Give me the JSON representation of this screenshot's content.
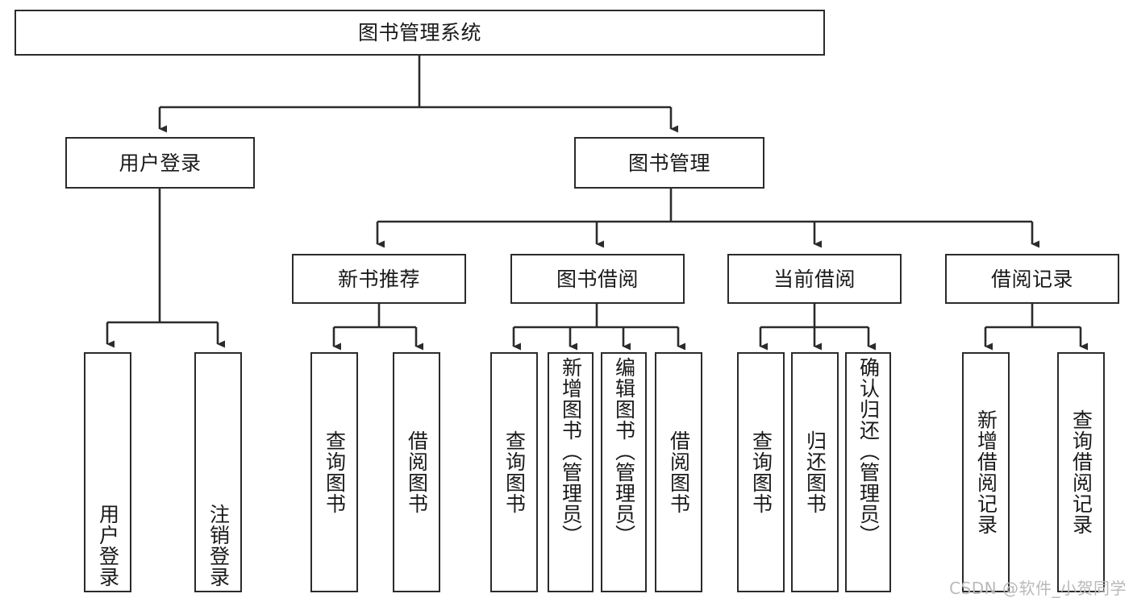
{
  "diagram": {
    "type": "tree-hierarchy",
    "title": "图书管理系统",
    "watermark": "CSDN @软件_小贺同学",
    "colors": {
      "stroke": "#2b2b2b",
      "fill": "#ffffff",
      "text": "#1a1a1a",
      "watermark": "#b9b9b9"
    },
    "nodes": {
      "root": {
        "label": "图书管理系统"
      },
      "level2": [
        {
          "label": "用户登录"
        },
        {
          "label": "图书管理"
        }
      ],
      "level3": [
        {
          "label": "新书推荐"
        },
        {
          "label": "图书借阅"
        },
        {
          "label": "当前借阅"
        },
        {
          "label": "借阅记录"
        }
      ],
      "leaves_user_login": [
        {
          "label": "用户登录"
        },
        {
          "label": "注销登录"
        }
      ],
      "leaves_new_book": [
        {
          "label": "查询图书"
        },
        {
          "label": "借阅图书"
        }
      ],
      "leaves_borrow": [
        {
          "label": "查询图书"
        },
        {
          "label": "新增图书（管理员）"
        },
        {
          "label": "编辑图书（管理员）"
        },
        {
          "label": "借阅图书"
        }
      ],
      "leaves_current": [
        {
          "label": "查询图书"
        },
        {
          "label": "归还图书"
        },
        {
          "label": "确认归还（管理员）"
        }
      ],
      "leaves_records": [
        {
          "label": "新增借阅记录"
        },
        {
          "label": "查询借阅记录"
        }
      ]
    }
  }
}
